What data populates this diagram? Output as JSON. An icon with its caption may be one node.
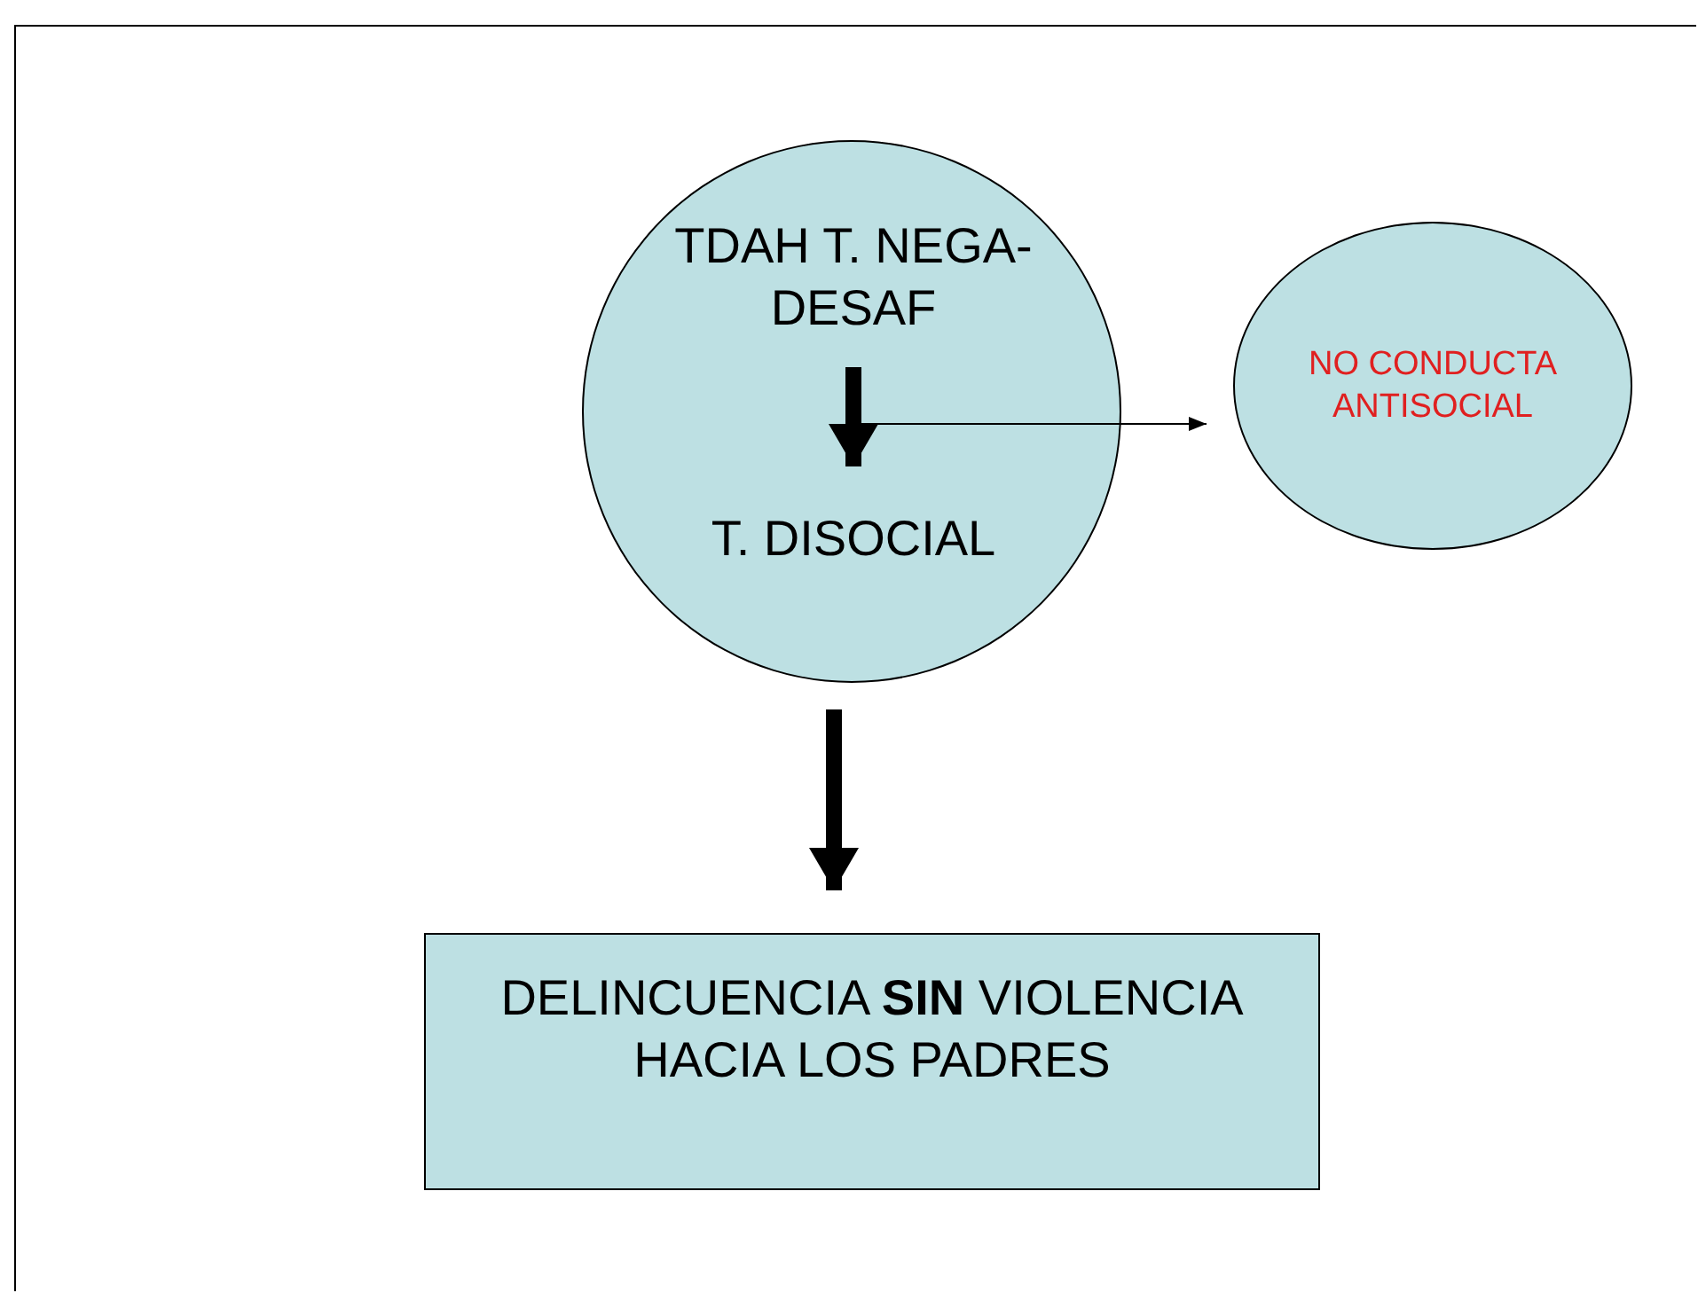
{
  "diagram": {
    "nodes": [
      {
        "text": [],
        "shape": "circle"
      },
      {
        "text": [
          "TDAH T. NEGA-DESAF"
        ],
        "in": 0
      },
      {
        "text": [
          "T. DISOCIAL"
        ],
        "in": 0
      },
      {
        "text": [
          "NO CONDUCTA ANTISOCIAL"
        ]
      },
      {
        "text": [
          "DELINCUENCIA **SIN** VIOLENCIA HACIA LOS PADRES"
        ]
      }
    ],
    "edges": [
      {
        "from": 1,
        "to": 2,
        "arrow": "to"
      },
      {
        "from": 1,
        "to": 3,
        "arrow": "to"
      },
      {
        "from": 0,
        "to": 4,
        "arrow": "to"
      }
    ]
  }
}
